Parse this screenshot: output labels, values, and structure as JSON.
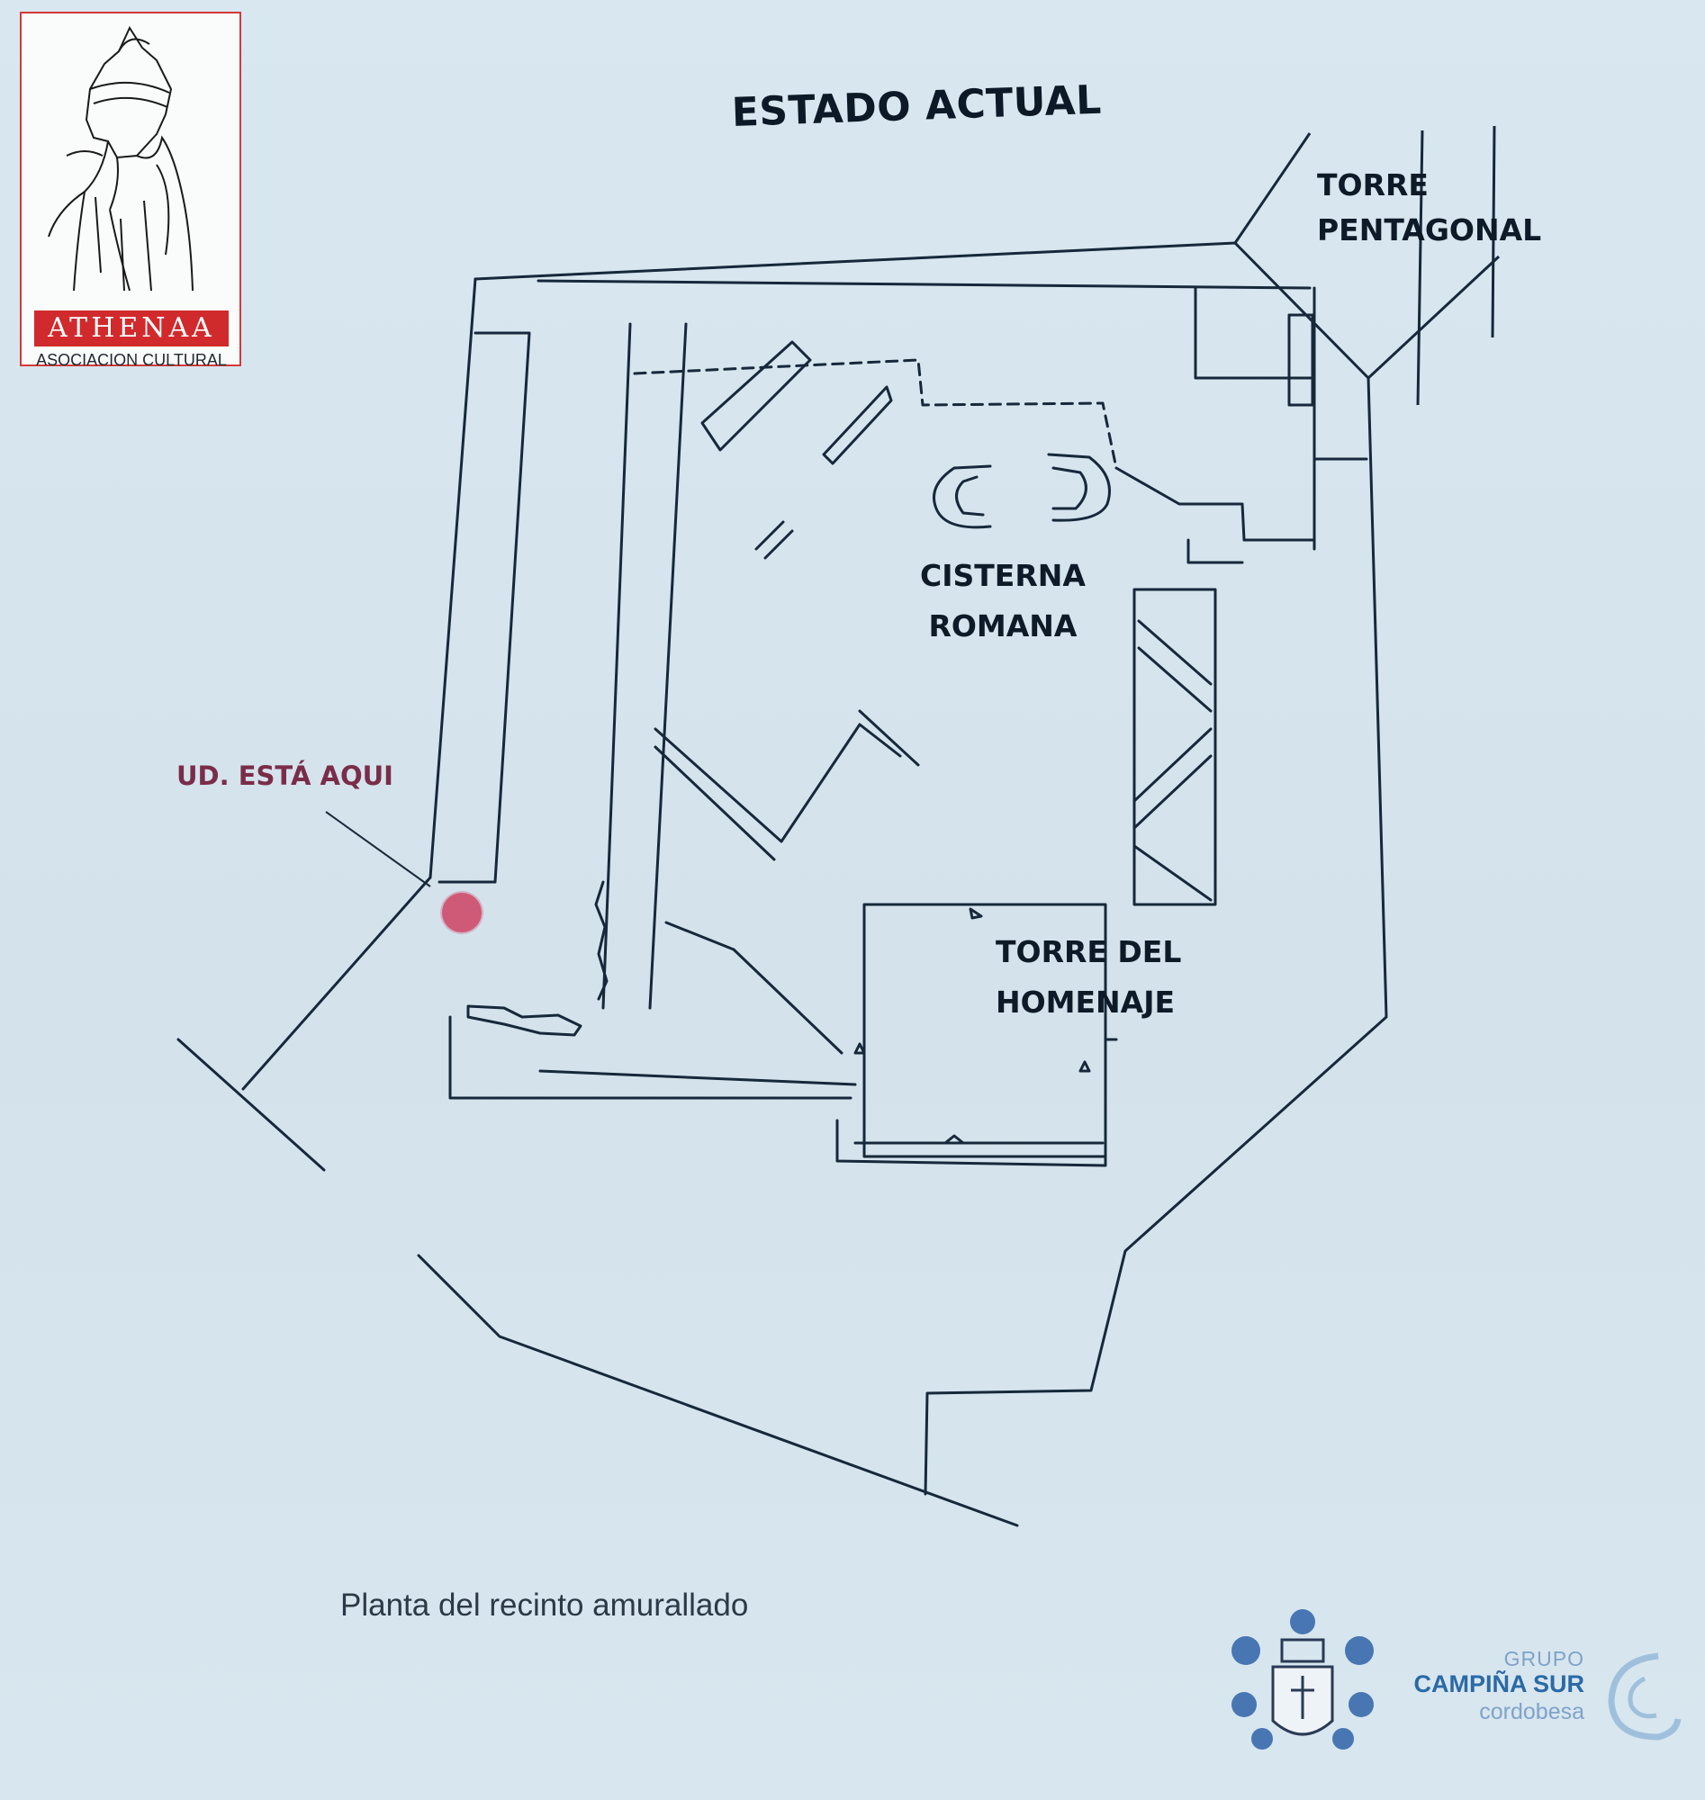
{
  "logo": {
    "name": "ATHENAA",
    "subtitle": "ASOCIACION CULTURAL"
  },
  "title": "ESTADO ACTUAL",
  "places": {
    "torre_pentagonal": [
      "TORRE",
      "PENTAGONAL"
    ],
    "cisterna": [
      "CISTERNA",
      "ROMANA"
    ],
    "torre_homenaje": [
      "TORRE DEL",
      "HOMENAJE"
    ]
  },
  "you_are_here": "UD. ESTÁ AQUI",
  "caption": "Planta del recinto amurallado",
  "group": {
    "line1": "GRUPO",
    "line2": "CAMPIÑA SUR",
    "line3": "cordobesa"
  },
  "colors": {
    "paper": "#d7e5ee",
    "ink": "#0e1a27",
    "marker": "#cf5a78",
    "logo_red": "#d12a2c",
    "group_blue": "#2a6aa6"
  }
}
